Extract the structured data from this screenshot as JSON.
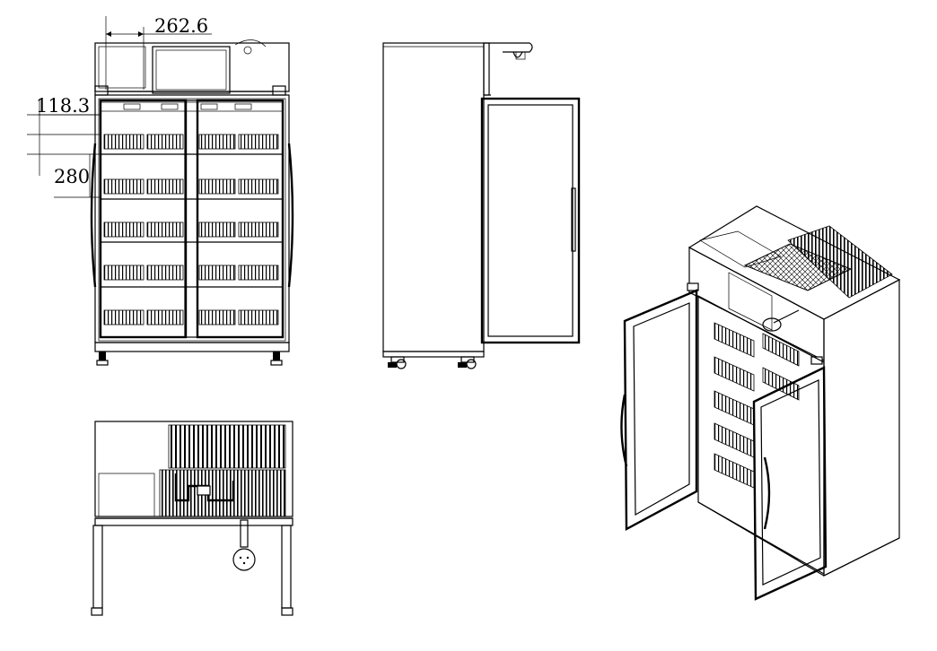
{
  "dimensions": {
    "width_top": "262.6",
    "shelf_gap": "118.3",
    "shelf_pitch": "280"
  },
  "views": {
    "front": "front-elevation",
    "side": "side-elevation-door-open",
    "rear": "rear-elevation",
    "iso": "isometric-view-door-open"
  }
}
